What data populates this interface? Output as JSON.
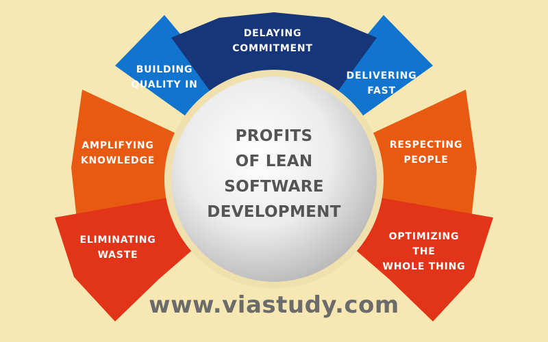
{
  "center_title": [
    "PROFITS",
    "OF LEAN",
    "SOFTWARE",
    "DEVELOPMENT"
  ],
  "segments": [
    {
      "id": "delaying-commitment",
      "lines": [
        "DELAYING",
        "COMMITMENT"
      ],
      "color": "#17367a"
    },
    {
      "id": "delivering-fast",
      "lines": [
        "DELIVERING",
        "FAST"
      ],
      "color": "#1175cf"
    },
    {
      "id": "respecting-people",
      "lines": [
        "RESPECTING",
        "PEOPLE"
      ],
      "color": "#e85a12"
    },
    {
      "id": "optimizing-the-whole-thing",
      "lines": [
        "OPTIMIZING",
        "THE",
        "WHOLE THING"
      ],
      "color": "#e13418"
    },
    {
      "id": "eliminating-waste",
      "lines": [
        "ELIMINATING",
        "WASTE"
      ],
      "color": "#e13418"
    },
    {
      "id": "amplifying-knowledge",
      "lines": [
        "AMPLIFYING",
        "KNOWLEDGE"
      ],
      "color": "#e85a12"
    },
    {
      "id": "building-quality-in",
      "lines": [
        "BUILDING",
        "QUALITY IN"
      ],
      "color": "#1175cf"
    }
  ],
  "website": "www.viastudy.com",
  "colors": {
    "background": "#f7e7b2",
    "ring": "#f0e0ad",
    "center_text": "#555555",
    "website_text": "#6b6b6b"
  }
}
